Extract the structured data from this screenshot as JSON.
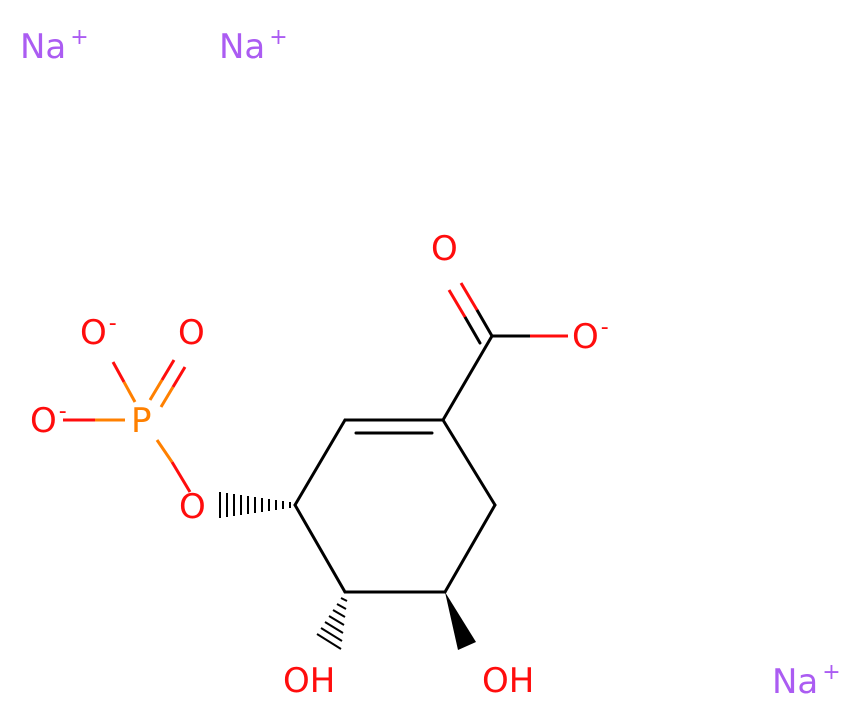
{
  "colors": {
    "bond": "#000000",
    "oxygen": "#ff0d0d",
    "phosphorus": "#ff8000",
    "sodium": "#ab5cf2"
  },
  "ions": {
    "na1": {
      "symbol": "Na",
      "charge": "+"
    },
    "na2": {
      "symbol": "Na",
      "charge": "+"
    },
    "na3": {
      "symbol": "Na",
      "charge": "+"
    }
  },
  "atoms": {
    "carbonyl_o": "O",
    "carboxylate_o": {
      "symbol": "O",
      "charge": "-"
    },
    "phosphate_o_top": {
      "symbol": "O",
      "charge": "-"
    },
    "phosphate_o_double": "O",
    "phosphate_o_left": {
      "symbol": "O",
      "charge": "-"
    },
    "phosphorus": "P",
    "ester_o": "O",
    "hydroxyl_left": "OH",
    "hydroxyl_right": "OH"
  }
}
